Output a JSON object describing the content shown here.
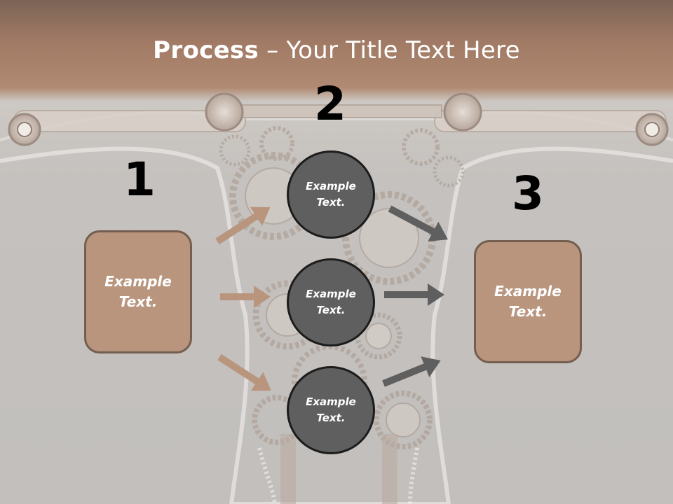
{
  "slide": {
    "title_bold": "Process",
    "title_rest": " – Your Title Text Here",
    "numbers": [
      "1",
      "2",
      "3"
    ],
    "left_box_text": "Example Text.",
    "right_box_text": "Example Text.",
    "circles": [
      {
        "text": "Example Text."
      },
      {
        "text": "Example Text."
      },
      {
        "text": "Example Text."
      }
    ]
  },
  "colors": {
    "accent_brown": "#b9957e",
    "box_border": "#745e50",
    "circle_fill": "#5f5f60",
    "arrow_left": "#b9957e",
    "arrow_right": "#5f5f60"
  },
  "icons": {
    "background": "mechanical-gears-torso-image",
    "left_arrows": "arrow-right-icon",
    "right_arrows": "arrow-right-icon"
  }
}
